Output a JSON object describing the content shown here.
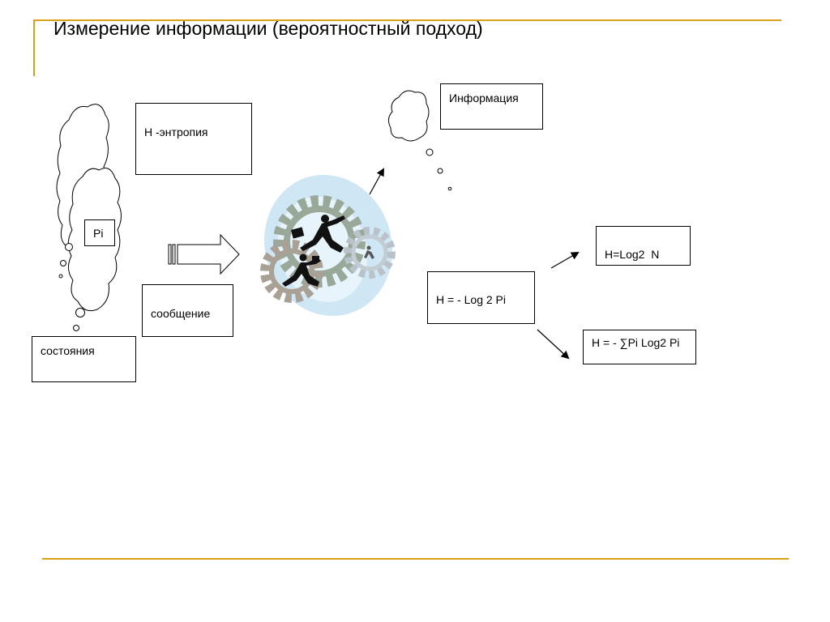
{
  "slide": {
    "title": "Измерение информации (вероятностный подход)"
  },
  "diagram": {
    "entropy_label": "H -энтропия",
    "pi_label": "Pi",
    "states_label": "состояния",
    "message_label": "сообщение",
    "information_label": "Информация",
    "formula_single": "H = - Log 2 Pi",
    "formula_hartley": "H=Log2  N",
    "formula_shannon": "H = - ∑Pi Log2 Pi"
  },
  "colors": {
    "accent_rule": "#d9a01a",
    "gear_green": "#9aa89a",
    "gear_tan": "#a9a096",
    "globe_blue": "#cfe6f4"
  },
  "icons": [
    "thought-cloud-icon",
    "arrow-right-outline-icon",
    "gears-businessmen-clipart-icon"
  ]
}
